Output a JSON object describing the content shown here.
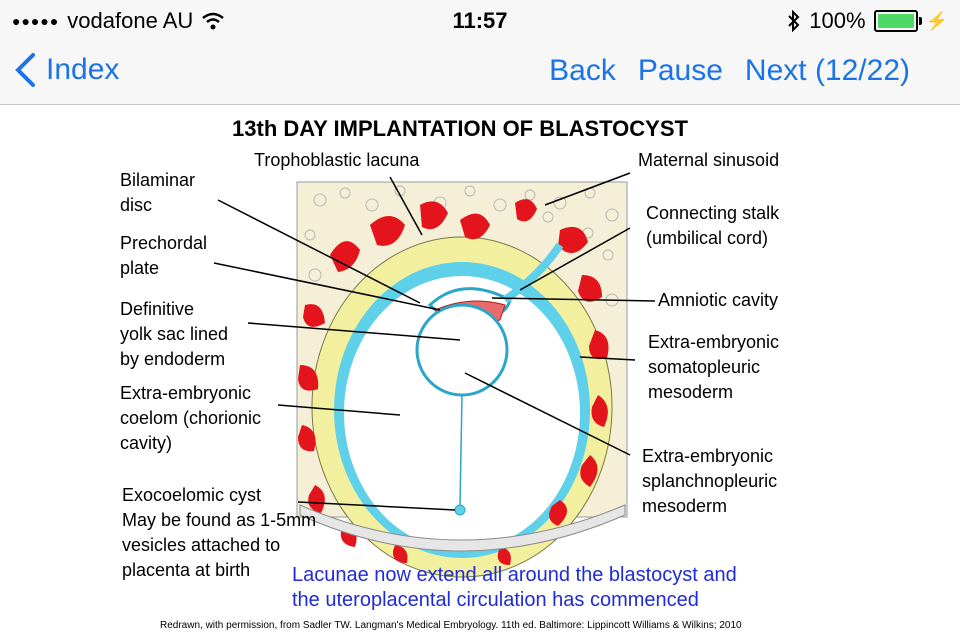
{
  "status": {
    "carrier": "vodafone AU",
    "time": "11:57",
    "battery": "100%",
    "battery_level": 100
  },
  "nav": {
    "back": "Index",
    "back_btn": "Back",
    "pause": "Pause",
    "next": "Next (12/22)"
  },
  "diagram": {
    "title": "13th DAY IMPLANTATION OF BLASTOCYST",
    "labels": {
      "trophoblastic_lacuna": "Trophoblastic lacuna",
      "maternal_sinusoid": "Maternal sinusoid",
      "bilaminar_disc": [
        "Bilaminar",
        "disc"
      ],
      "connecting_stalk": [
        "Connecting stalk",
        "(umbilical cord)"
      ],
      "prechordal_plate": [
        "Prechordal",
        "plate"
      ],
      "amniotic_cavity": "Amniotic cavity",
      "yolk_sac": [
        "Definitive",
        "yolk sac lined",
        "by endoderm"
      ],
      "somatopleuric": [
        "Extra-embryonic",
        "somatopleuric",
        "mesoderm"
      ],
      "coelom": [
        "Extra-embryonic",
        "coelom (chorionic",
        "cavity)"
      ],
      "splanchnopleuric": [
        "Extra-embryonic",
        "splanchnopleuric",
        "mesoderm"
      ],
      "exocoelomic_cyst": [
        "Exocoelomic cyst",
        "May be found as 1-5mm",
        "vesicles attached to",
        "placenta at birth"
      ]
    },
    "caption": [
      "Lacunae now extend all around the blastocyst and",
      "the uteroplacental circulation has commenced"
    ],
    "credit": "Redrawn, with permission, from Sadler TW. Langman's Medical Embryology. 11th ed. Baltimore: Lippincott Williams & Wilkins; 2010"
  },
  "colors": {
    "link": "#1a73e8",
    "caption": "#1f2bd6",
    "lacuna_red": "#e3141c",
    "mesoderm_cyan": "#5fd0ea",
    "trophoblast_yellow": "#f2ef9e",
    "background_cream": "#f4efd6"
  }
}
